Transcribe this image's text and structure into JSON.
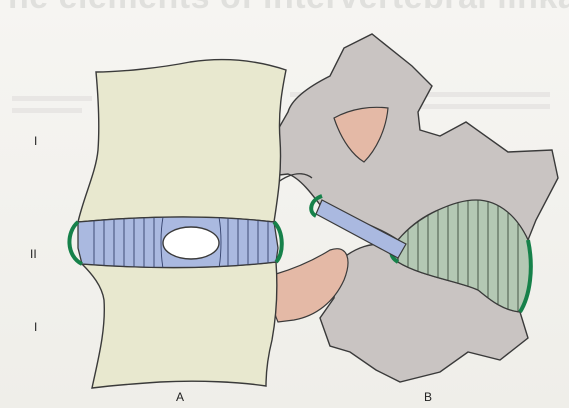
{
  "heading": "he elements of intervertebral linkage",
  "labels": {
    "upper_left": "I",
    "middle_left": "II",
    "lower_left": "I",
    "figure_a": "A",
    "figure_b": "B"
  },
  "colors": {
    "vertebral_body": "#e8e8cf",
    "disc_blue": "#aab9e0",
    "ligament_green": "#16814a",
    "arch_grey": "#c9c4c2",
    "pink_process": "#e4b9a6",
    "green_disc_b": "#b4c8b4"
  }
}
